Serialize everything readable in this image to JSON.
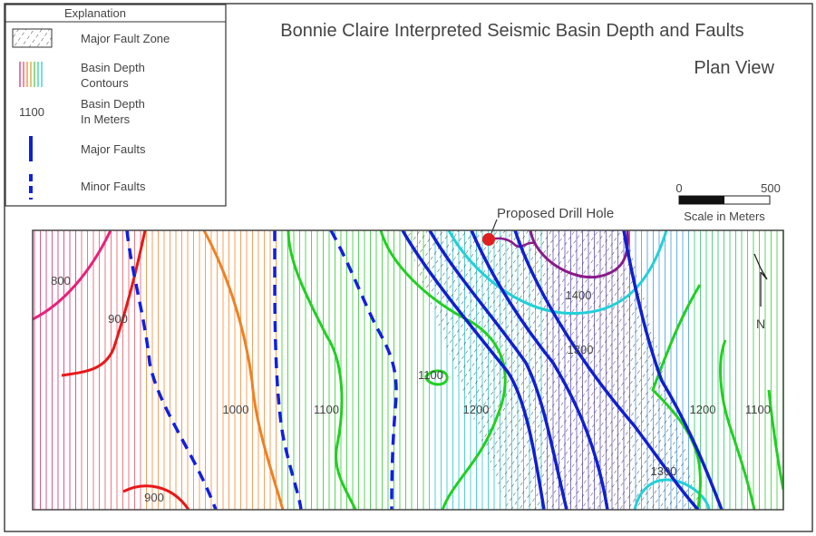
{
  "title": "Bonnie Claire Interpreted Seismic Basin Depth and Faults",
  "subtitle": "Plan View",
  "legend": {
    "heading": "Explanation",
    "items": [
      {
        "label": "Major Fault Zone"
      },
      {
        "label": "Basin Depth",
        "label2": "Contours"
      },
      {
        "symbol": "1100",
        "label": "Basin Depth",
        "label2": "In Meters"
      },
      {
        "label": "Major Faults"
      },
      {
        "label": "Minor Faults"
      }
    ]
  },
  "scale": {
    "start": "0",
    "end": "500",
    "caption": "Scale in Meters"
  },
  "drill_hole": {
    "label": "Proposed Drill Hole",
    "color": "#e02020"
  },
  "north_label": "N",
  "contour_labels": [
    "800",
    "900",
    "900",
    "1000",
    "1100",
    "1100",
    "1200",
    "1400",
    "1300",
    "1300",
    "1200",
    "1100"
  ],
  "colors": {
    "major_fault": "#1020d0",
    "minor_fault": "#1020e0",
    "c800": "#e8207a",
    "c900": "#e81818",
    "c1000": "#f08020",
    "c1100": "#20d020",
    "c1200": "#20d020",
    "c1300": "#20d0d8",
    "c1400": "#8a1a8a"
  }
}
